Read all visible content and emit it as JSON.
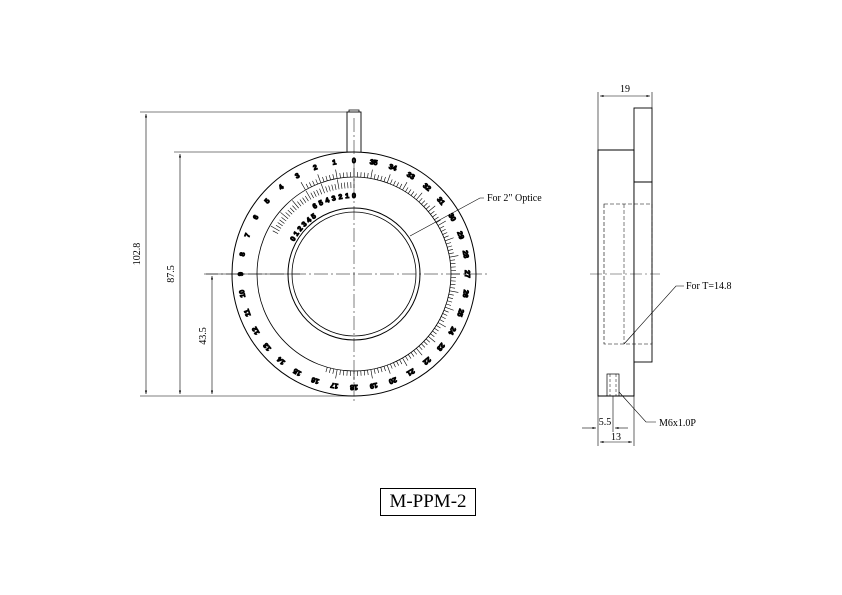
{
  "dimensions": {
    "total_height": "102.8",
    "ring_height": "87.5",
    "center_height": "43.5",
    "thickness": "19",
    "screw_offset": "5.5",
    "base_depth": "13"
  },
  "labels": {
    "optic": "For 2\" Optice",
    "thickness_note": "For T=14.8",
    "screw": "M6x1.0P"
  },
  "outer_scale": [
    "0",
    "35",
    "34",
    "33",
    "32",
    "31",
    "30",
    "29",
    "28",
    "27",
    "26",
    "25",
    "24",
    "23",
    "22",
    "21",
    "20",
    "19",
    "18",
    "17",
    "16",
    "15",
    "14",
    "13",
    "12",
    "11",
    "10",
    "9",
    "8",
    "7",
    "6",
    "5",
    "4",
    "3",
    "2",
    "1"
  ],
  "vernier_scale": [
    "0",
    "1",
    "2",
    "3",
    "4",
    "5",
    "6",
    "5",
    "4",
    "3",
    "2",
    "1",
    "0"
  ],
  "model": "M-PPM-2"
}
